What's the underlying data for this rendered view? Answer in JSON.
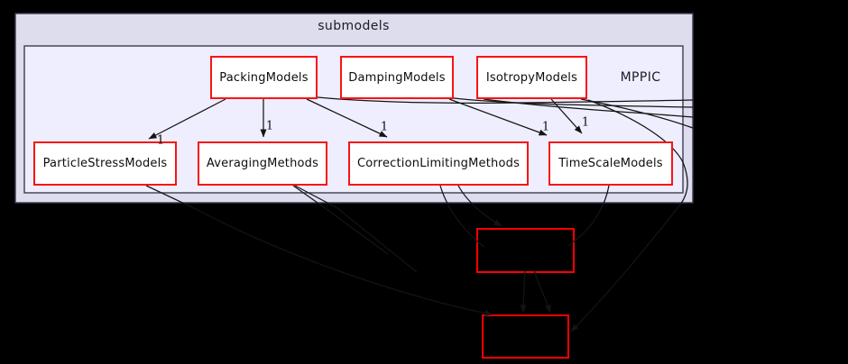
{
  "clusters": {
    "outer_label": "submodels",
    "inner_label": "MPPIC"
  },
  "nodes": {
    "packing_models": "PackingModels",
    "damping_models": "DampingModels",
    "isotropy_models": "IsotropyModels",
    "particle_stress_models": "ParticleStressModels",
    "averaging_methods": "AveragingMethods",
    "correction_limiting_methods": "CorrectionLimitingMethods",
    "time_scale_models": "TimeScaleModels"
  },
  "edge_labels": {
    "packing_to_particle_stress": "1",
    "packing_to_averaging": "1",
    "packing_to_correction_limiting": "1",
    "damping_to_time_scale": "1",
    "isotropy_to_time_scale": "1"
  },
  "colors": {
    "background": "#000000",
    "outer_cluster_fill": "#ddddee",
    "inner_cluster_fill": "#eeeeff",
    "cluster_border": "#3c3c50",
    "node_fill": "#ffffff",
    "node_border": "#f81412",
    "hidden_node_fill": "#000000",
    "hidden_node_border": "#ff0000",
    "edge": "#141414",
    "text": "#0d0d0d"
  }
}
